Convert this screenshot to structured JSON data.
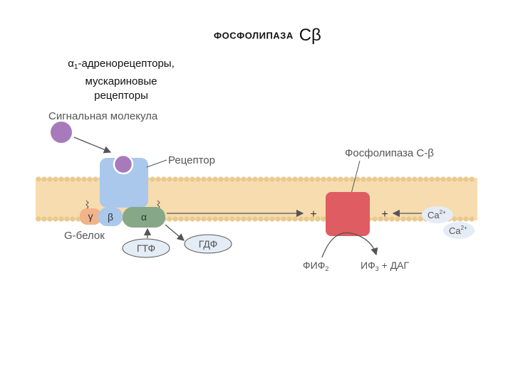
{
  "title": {
    "main": "ФОСФОЛИПАЗА",
    "suffix": "Cβ"
  },
  "caption": {
    "alpha_symbol": "α",
    "alpha_sub": "1",
    "line1_rest": "-адренорецепторы,",
    "line2": "мускариновые",
    "line3": "рецепторы"
  },
  "diagram": {
    "signal_molecule_label": "Сигнальная молекула",
    "receptor_label": "Рецептор",
    "phospholipase_label": "Фосфолипаза С-β",
    "g_protein_label": "G-белок",
    "gamma": "γ",
    "beta": "β",
    "alpha": "α",
    "gtp": "ГТФ",
    "gdp": "ГДФ",
    "plus_left": "+",
    "plus_right": "+",
    "ca_ion_1": "Ca",
    "ca_ion_1_charge": "2+",
    "ca_ion_2": "Ca",
    "ca_ion_2_charge": "2+",
    "pip2": "ФИФ",
    "pip2_sub": "2",
    "products_ip3": "ИФ",
    "products_ip3_sub": "3",
    "products_rest": " + ДАГ"
  },
  "colors": {
    "membrane": "#f6dcae",
    "lipid_head": "#e9c98e",
    "receptor": "#a9c8ec",
    "ligand": "#a77bbb",
    "gamma": "#f0b488",
    "beta": "#a9c8ec",
    "alpha": "#86a887",
    "phospholipase": "#df5c62",
    "ion_fill": "#e4ecf6",
    "arrow": "#555555"
  }
}
